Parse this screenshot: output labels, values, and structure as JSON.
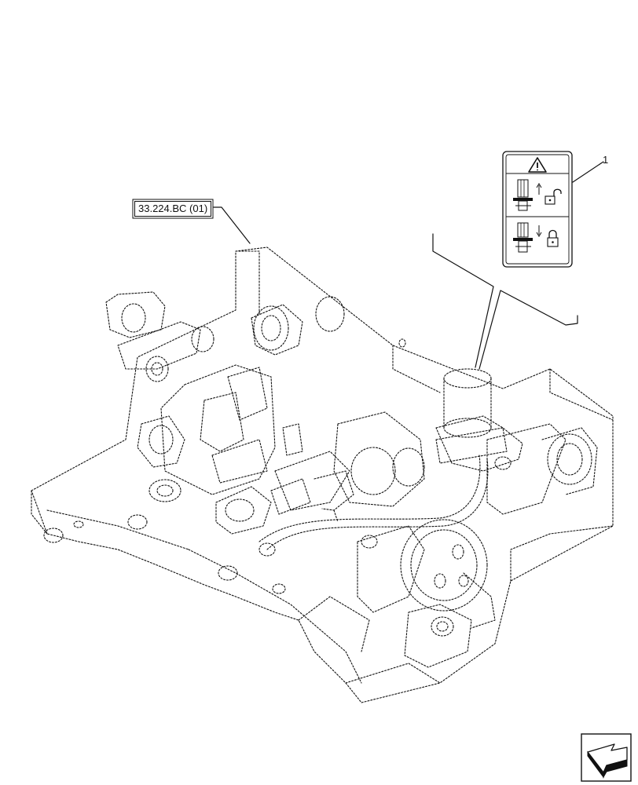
{
  "diagram": {
    "reference_label": "33.224.BC (01)",
    "callout_number": "1",
    "decal": {
      "warning_icon": "warning-triangle-icon",
      "rows": [
        {
          "direction": "up",
          "lock_state": "unlocked",
          "arrow_icon": "arrow-up-icon",
          "lock_icon": "unlocked-padlock-icon"
        },
        {
          "direction": "down",
          "lock_state": "locked",
          "arrow_icon": "arrow-down-icon",
          "lock_icon": "locked-padlock-icon"
        }
      ]
    },
    "nav_icon": "next-page-arrow-icon",
    "line_color": "#111111",
    "background": "#ffffff"
  }
}
